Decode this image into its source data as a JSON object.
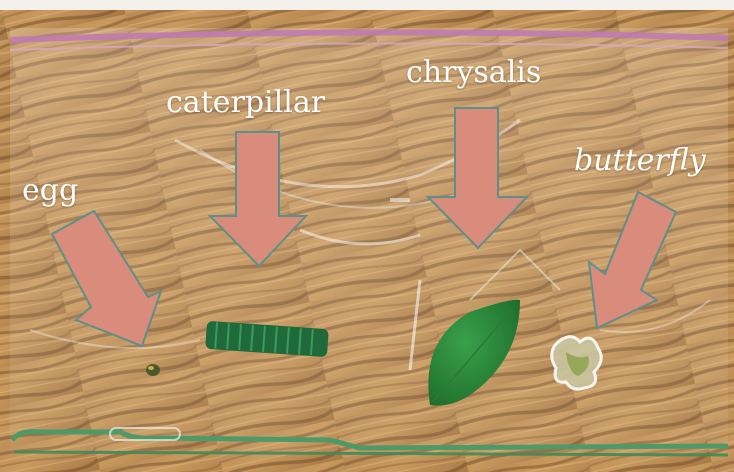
{
  "labels": {
    "egg": "egg",
    "caterpillar": "caterpillar",
    "chrysalis": "chrysalis",
    "butterfly": "butterfly"
  },
  "colors": {
    "arrow_fill": "#d98c7c",
    "arrow_stroke": "#5f8f86",
    "label_text": "#ffffff",
    "wood_light": "#c99a5e",
    "wood_dark": "#8a6238",
    "bag_zipper": "#b76fa6",
    "bag_edge": "#3f8a5a",
    "leaf_green": "#2d8a3a",
    "caterpillar_green": "#1f6a3a"
  }
}
